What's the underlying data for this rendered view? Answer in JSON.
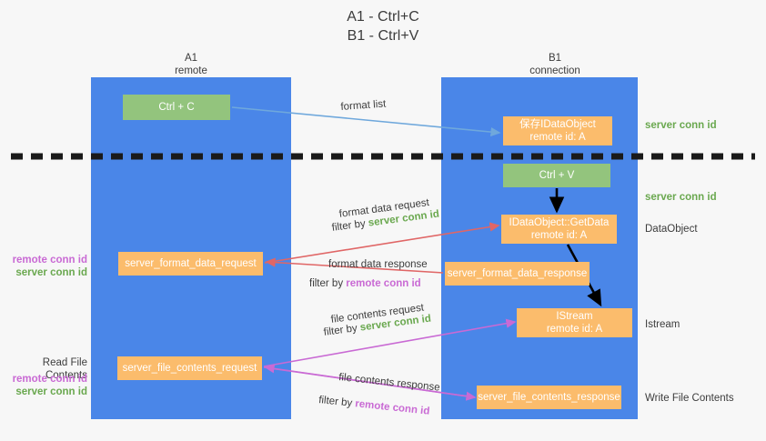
{
  "title": "A1 - Ctrl+C\nB1 - Ctrl+V",
  "lanes": {
    "left": {
      "name": "A1",
      "sub": "remote",
      "color": "#4a86e8"
    },
    "right": {
      "name": "B1",
      "sub": "connection",
      "color": "#4a86e8"
    }
  },
  "colors": {
    "lane": "#4a86e8",
    "green_box": "#93c47d",
    "orange_box": "#fbbc6c",
    "server_conn": "#6aa84f",
    "remote_conn": "#c96ad4",
    "arrow_blue": "#6fa8dc",
    "arrow_red": "#e06666",
    "arrow_magenta": "#c96ad4",
    "arrow_black": "#000000",
    "divider": "#000000",
    "background": "#f7f7f7"
  },
  "boxes": {
    "ctrl_c": {
      "label": "Ctrl + C",
      "style": "green"
    },
    "save_idataobject": {
      "label": "保存IDataObject",
      "line2": "remote id: A",
      "style": "orange"
    },
    "ctrl_v": {
      "label": "Ctrl + V",
      "style": "green"
    },
    "getdata": {
      "label": "IDataObject::GetData",
      "line2": "remote id: A",
      "style": "orange"
    },
    "istream": {
      "label": "IStream",
      "line2": "remote id: A",
      "style": "orange"
    },
    "server_format_data_request": {
      "label": "server_format_data_request",
      "style": "orange"
    },
    "server_format_data_response": {
      "label": "server_format_data_response",
      "style": "orange"
    },
    "server_file_contents_request": {
      "label": "server_file_contents_request",
      "style": "orange"
    },
    "server_file_contents_response": {
      "label": "server_file_contents_response",
      "style": "orange"
    }
  },
  "captions": {
    "format_list": "format list",
    "format_data_request": "format data request",
    "format_data_request_filter_prefix": "filter by ",
    "format_data_request_filter_key": "server conn id",
    "format_data_response": "format data response",
    "format_data_response_filter_prefix": "filter by ",
    "format_data_response_filter_key": "remote conn id",
    "file_contents_request": "file contents request",
    "file_contents_request_filter_prefix": "filter by ",
    "file_contents_request_filter_key": "server conn id",
    "file_contents_response": "file contents response",
    "file_contents_response_filter_prefix": "filter by ",
    "file_contents_response_filter_key": "remote conn id"
  },
  "annotations": {
    "server_conn_top": "server conn id",
    "server_conn_mid": "server conn id",
    "dataobject": "DataObject",
    "istream": "Istream",
    "write_file_contents": "Write File Contents",
    "read_file_contents": "Read File Contents",
    "remote_conn_left_1": "remote conn id",
    "server_conn_left_1": "server conn id",
    "remote_conn_left_2": "remote conn id",
    "server_conn_left_2": "server conn id"
  }
}
